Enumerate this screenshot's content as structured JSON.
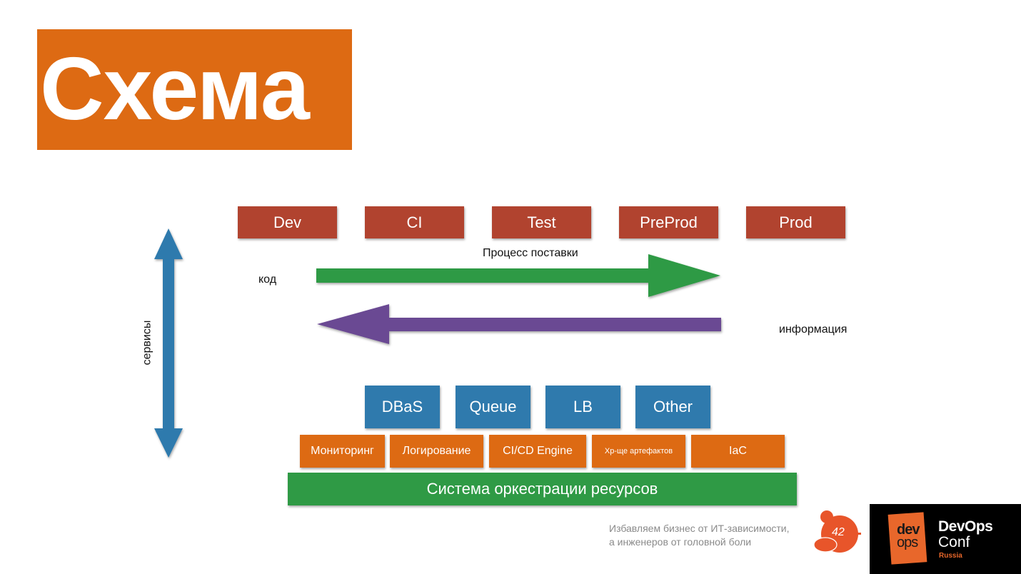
{
  "slide": {
    "title": "Схема",
    "colors": {
      "title_bg": "#dd6a13",
      "stage_bg": "#b1432f",
      "service_bg": "#2f7aad",
      "platform_bg": "#dd6a13",
      "orchestration_bg": "#2f9a45",
      "code_arrow": "#2f9a45",
      "info_arrow": "#6b4a93",
      "services_arrow": "#2f7aad"
    }
  },
  "diagram": {
    "stages": [
      "Dev",
      "CI",
      "Test",
      "PreProd",
      "Prod"
    ],
    "delivery_label": "Процесс поставки",
    "code_label": "код",
    "info_label": "информация",
    "services_axis_label": "сервисы",
    "services": [
      "DBaS",
      "Queue",
      "LB",
      "Other"
    ],
    "platform": [
      "Мониторинг",
      "Логирование",
      "CI/CD Engine",
      "Хр-ще артефактов",
      "IaC"
    ],
    "orchestration": "Система оркестрации ресурсов"
  },
  "footer": {
    "tagline_line1": "Избавляем бизнес от ИТ-зависимости,",
    "tagline_line2": "а инженеров от головной боли",
    "page_number": "42",
    "logo": {
      "dev": "dev",
      "ops": "ops",
      "name": "DevOps",
      "conf": "Conf",
      "region": "Russia"
    }
  }
}
